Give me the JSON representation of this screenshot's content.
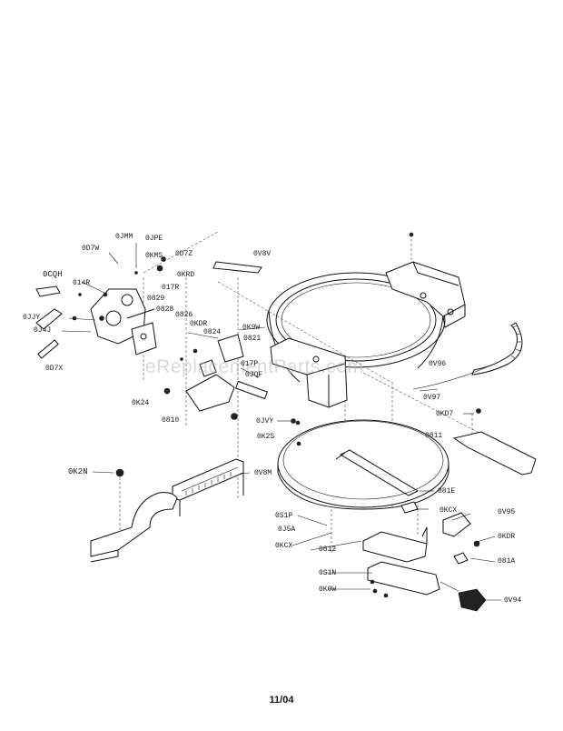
{
  "labels": {
    "0JMM": "0JMM",
    "0JPE": "0JPE",
    "0D7W": "0D7W",
    "0KMS": "0KMS",
    "0D7Z": "0D7Z",
    "0CQH": "0CQH",
    "0KRD": "0KRD",
    "014R": "014R",
    "017R": "017R",
    "0829": "0829",
    "0JJY": "0JJY",
    "0828": "0828",
    "0826": "0826",
    "0J4J": "0J4J",
    "0KDR_top": "0KDR",
    "0824": "0824",
    "0D7X": "0D7X",
    "0K9W": "0K9W",
    "0821": "0821",
    "0V8V": "0V8V",
    "0V96": "0V96",
    "017P": "017P",
    "0JQF": "0JQF",
    "0K24": "0K24",
    "0V97": "0V97",
    "0810": "0810",
    "0JVY": "0JVY",
    "0KD7": "0KD7",
    "0K2S": "0K2S",
    "0811": "0811",
    "0K2N": "0K2N",
    "0V8M": "0V8M",
    "081E": "081E",
    "0S1P": "0S1P",
    "0KCX_right": "0KCX",
    "0V95": "0V95",
    "0J5A": "0J5A",
    "0KDR_right": "0KDR",
    "0KCX_left": "0KCX",
    "0812": "0812",
    "081A": "081A",
    "0S1N": "0S1N",
    "0K0W": "0K0W",
    "0V94": "0V94"
  },
  "watermark": "eReplacementParts.com",
  "footer": {
    "date": "11/04"
  }
}
